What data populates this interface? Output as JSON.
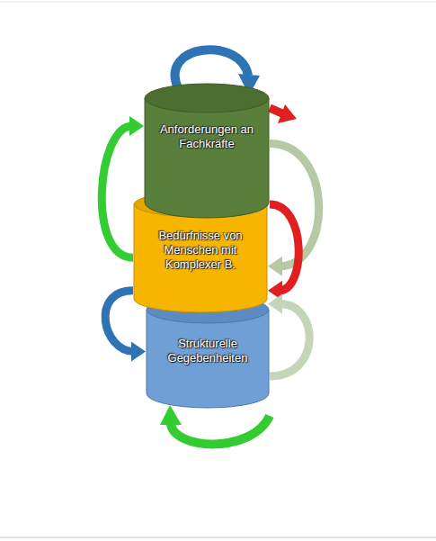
{
  "diagram": {
    "nodes": [
      {
        "text": [
          "Anforderungen an Fachkräfte"
        ]
      },
      {
        "text": [
          "Bedürfnisse von Menschen mit Komplexer B."
        ]
      },
      {
        "text": [
          "Strukturelle Gegebenheiten"
        ]
      }
    ],
    "edges": [
      {
        "from": 0,
        "to": 1,
        "arrow": "to"
      },
      {
        "from": 1,
        "to": 0,
        "arrow": "to"
      },
      {
        "from": 0,
        "to": 1,
        "arrow": "to"
      },
      {
        "from": 1,
        "to": 2,
        "arrow": "to"
      },
      {
        "from": 2,
        "to": 1,
        "arrow": "to"
      }
    ]
  }
}
